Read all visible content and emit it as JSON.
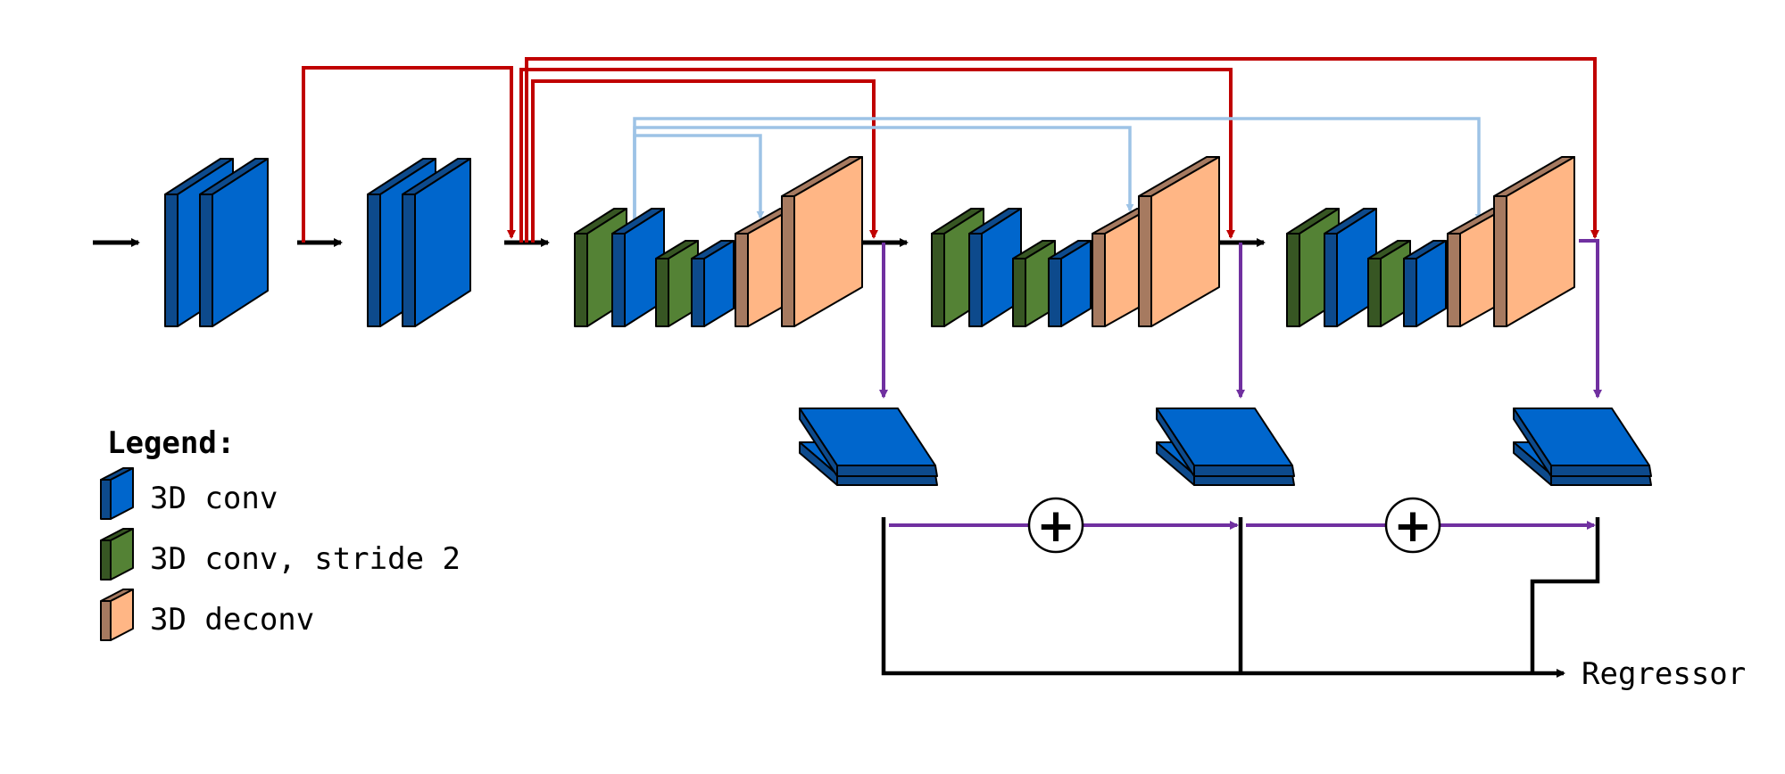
{
  "colors": {
    "conv_front": "#0066CC",
    "conv_side": "#0D4A8C",
    "stride_front": "#548235",
    "stride_side": "#375623",
    "deconv_front": "#FFB685",
    "deconv_side": "#A67A60",
    "skip_red": "#C00000",
    "skip_lightblue": "#9DC3E6",
    "purple": "#7030A0",
    "black": "#000000"
  },
  "legend": {
    "title": "Legend:",
    "items": [
      {
        "label": "3D conv",
        "type": "conv"
      },
      {
        "label": "3D conv, stride 2",
        "type": "stride"
      },
      {
        "label": "3D deconv",
        "type": "deconv"
      }
    ]
  },
  "nodes": {
    "sum_symbol": "+",
    "output_label": "Regressor"
  }
}
